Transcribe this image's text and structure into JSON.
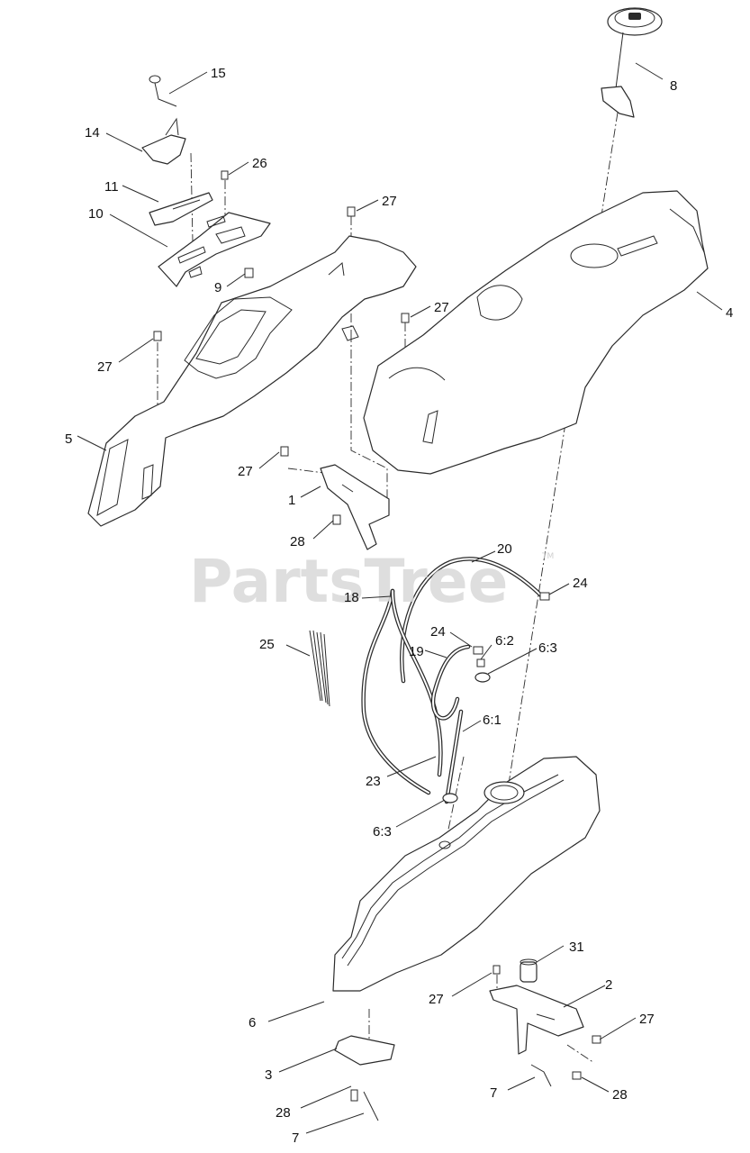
{
  "watermark": {
    "text": "PartsTree",
    "mark": "TM"
  },
  "callouts": [
    {
      "id": "c1",
      "label": "1"
    },
    {
      "id": "c2",
      "label": "2"
    },
    {
      "id": "c3",
      "label": "3"
    },
    {
      "id": "c4",
      "label": "4"
    },
    {
      "id": "c5",
      "label": "5"
    },
    {
      "id": "c6",
      "label": "6"
    },
    {
      "id": "c6-1",
      "label": "6:1"
    },
    {
      "id": "c6-2",
      "label": "6:2"
    },
    {
      "id": "c6-3a",
      "label": "6:3"
    },
    {
      "id": "c6-3b",
      "label": "6:3"
    },
    {
      "id": "c7a",
      "label": "7"
    },
    {
      "id": "c7b",
      "label": "7"
    },
    {
      "id": "c8",
      "label": "8"
    },
    {
      "id": "c9",
      "label": "9"
    },
    {
      "id": "c10",
      "label": "10"
    },
    {
      "id": "c11",
      "label": "11"
    },
    {
      "id": "c14",
      "label": "14"
    },
    {
      "id": "c15",
      "label": "15"
    },
    {
      "id": "c18",
      "label": "18"
    },
    {
      "id": "c19",
      "label": "19"
    },
    {
      "id": "c20",
      "label": "20"
    },
    {
      "id": "c23",
      "label": "23"
    },
    {
      "id": "c24a",
      "label": "24"
    },
    {
      "id": "c24b",
      "label": "24"
    },
    {
      "id": "c25",
      "label": "25"
    },
    {
      "id": "c26",
      "label": "26"
    },
    {
      "id": "c27a",
      "label": "27"
    },
    {
      "id": "c27b",
      "label": "27"
    },
    {
      "id": "c27c",
      "label": "27"
    },
    {
      "id": "c27d",
      "label": "27"
    },
    {
      "id": "c27e",
      "label": "27"
    },
    {
      "id": "c27f",
      "label": "27"
    },
    {
      "id": "c28a",
      "label": "28"
    },
    {
      "id": "c28b",
      "label": "28"
    },
    {
      "id": "c28c",
      "label": "28"
    },
    {
      "id": "c31",
      "label": "31"
    }
  ]
}
